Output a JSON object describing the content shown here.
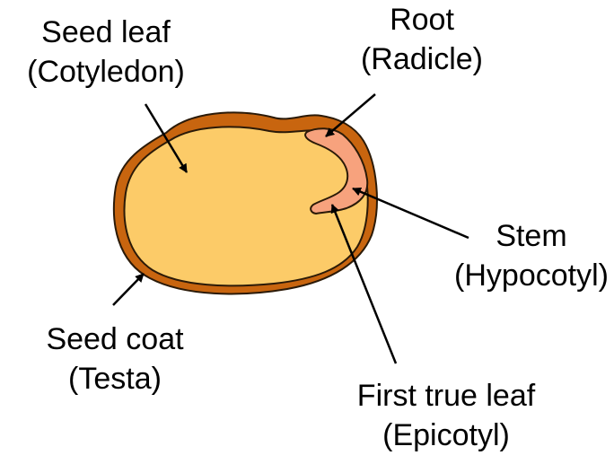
{
  "labels": {
    "cotyledon": {
      "line1": "Seed leaf",
      "line2": "(Cotyledon)"
    },
    "radicle": {
      "line1": "Root",
      "line2": "(Radicle)"
    },
    "hypocotyl": {
      "line1": "Stem",
      "line2": "(Hypocotyl)"
    },
    "testa": {
      "line1": "Seed coat",
      "line2": "(Testa)"
    },
    "epicotyl": {
      "line1": "First true leaf",
      "line2": "(Epicotyl)"
    }
  },
  "colors": {
    "seed_coat": "#c8650f",
    "cotyledon": "#fccb68",
    "embryo_axis": "#f7a27d",
    "outline": "#2b1a08",
    "arrow": "#000000"
  }
}
